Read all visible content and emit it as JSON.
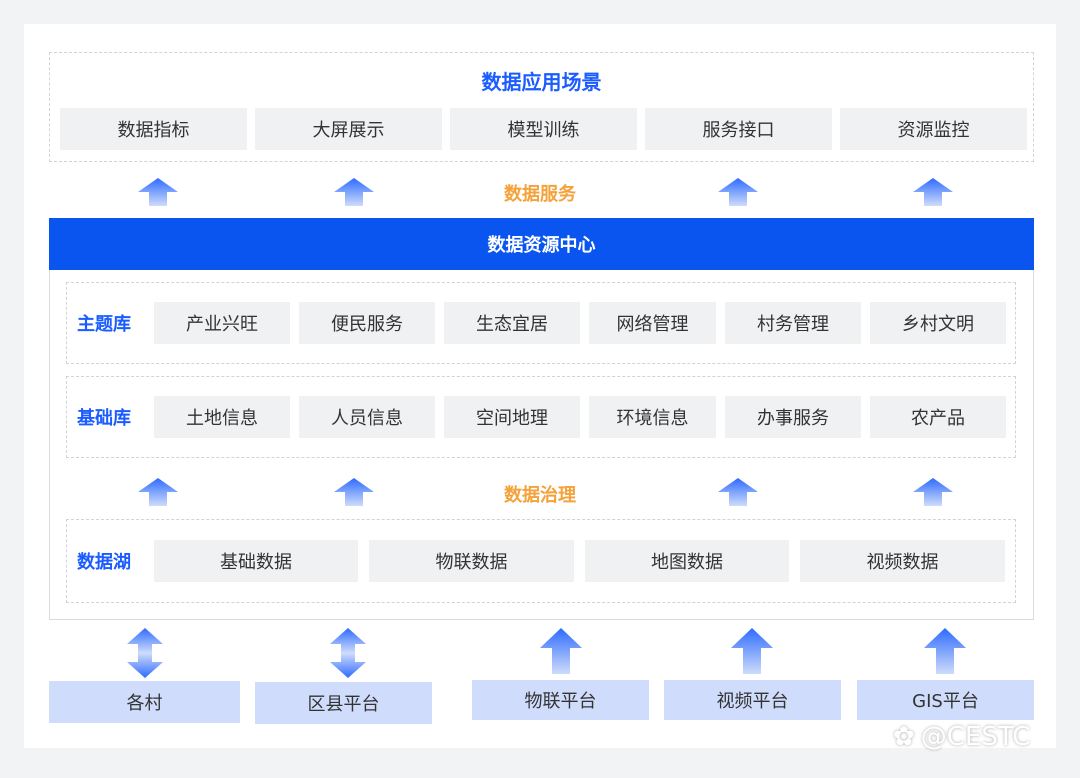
{
  "application": {
    "title": "数据应用场景",
    "items": [
      "数据指标",
      "大屏展示",
      "模型训练",
      "服务接口",
      "资源监控"
    ]
  },
  "service_label": "数据服务",
  "center": {
    "title": "数据资源中心",
    "theme": {
      "label": "主题库",
      "items": [
        "产业兴旺",
        "便民服务",
        "生态宜居",
        "网络管理",
        "村务管理",
        "乡村文明"
      ]
    },
    "base": {
      "label": "基础库",
      "items": [
        "土地信息",
        "人员信息",
        "空间地理",
        "环境信息",
        "办事服务",
        "农产品"
      ]
    },
    "governance_label": "数据治理",
    "lake": {
      "label": "数据湖",
      "items": [
        "基础数据",
        "物联数据",
        "地图数据",
        "视频数据"
      ]
    }
  },
  "sources": [
    "各村",
    "区县平台",
    "物联平台",
    "视频平台",
    "GIS平台"
  ],
  "watermark": "@CESTC",
  "colors": {
    "accent_blue": "#0a55f0",
    "label_blue": "#1a5cff",
    "orange": "#f4a23a",
    "source_bg": "#cfdcfb",
    "box_bg": "#f0f1f3"
  }
}
